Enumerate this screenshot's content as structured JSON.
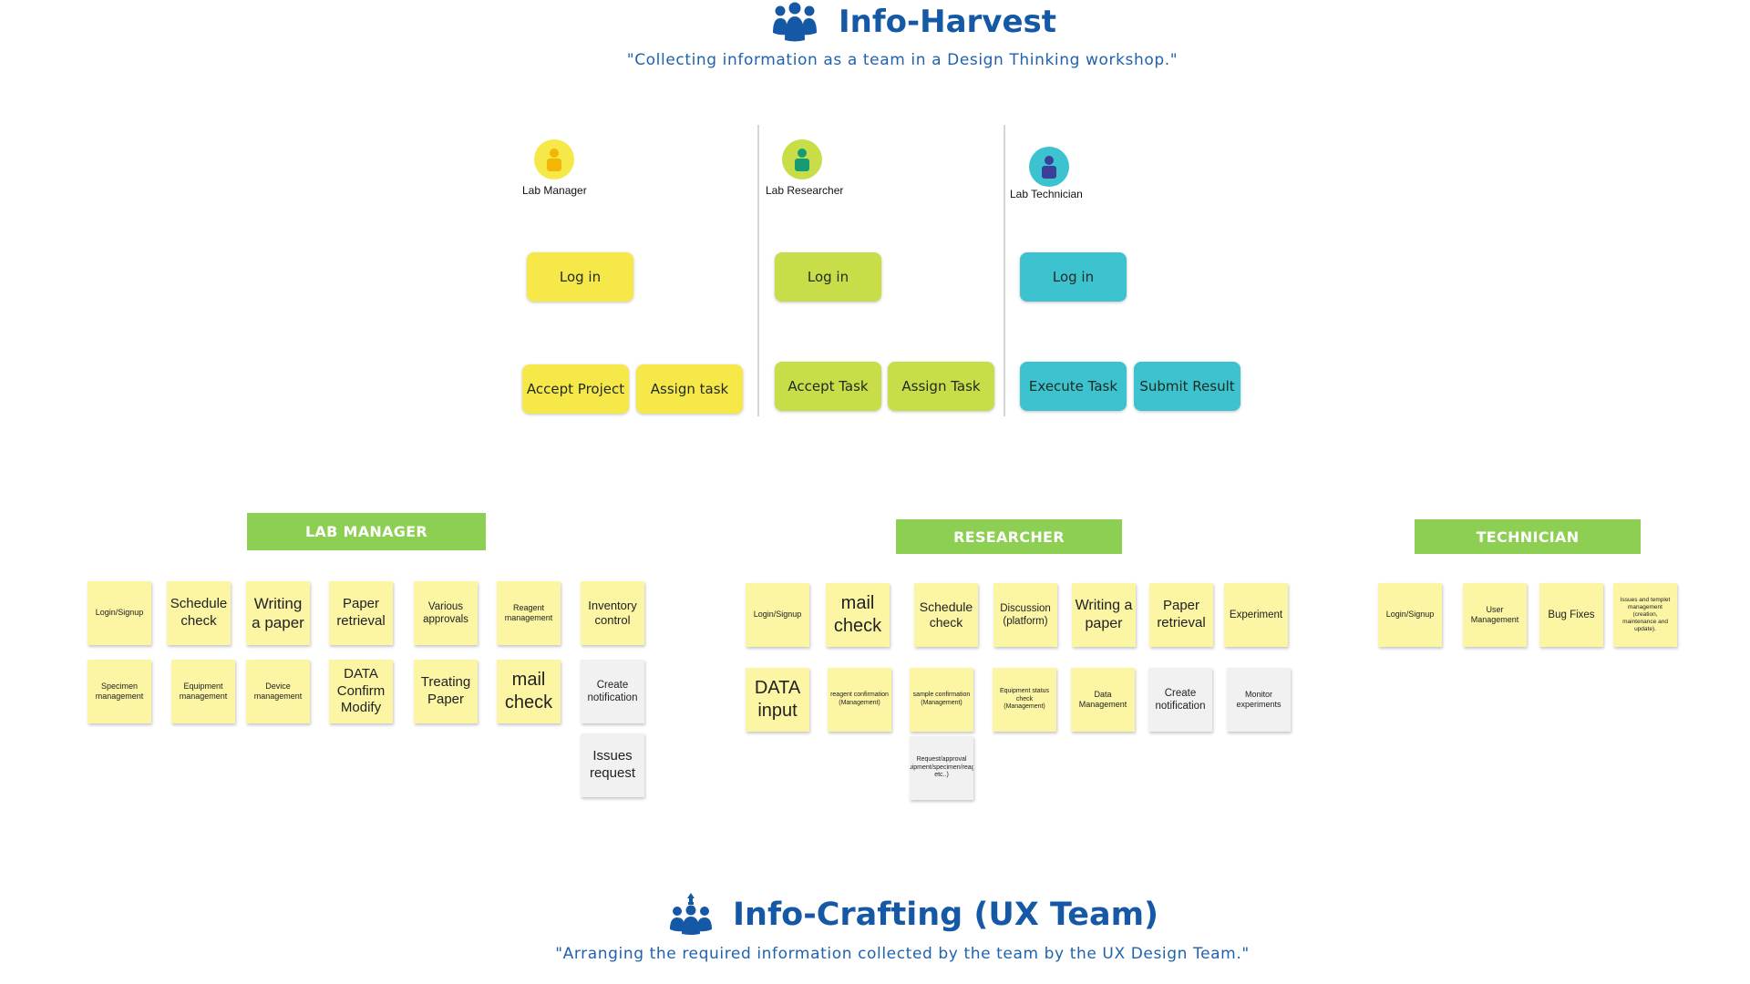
{
  "harvest": {
    "title": "Info-Harvest",
    "subtitle": "\"Collecting information as a team in a Design Thinking workshop.\""
  },
  "roles": [
    {
      "label": "Lab Manager",
      "color": "#f7e84a"
    },
    {
      "label": "Lab Researcher",
      "color": "#c8dd48"
    },
    {
      "label": "Lab Technician",
      "color": "#3cc3cf"
    }
  ],
  "flows": {
    "manager": {
      "login": "Log in",
      "action1": "Accept Project",
      "action2": "Assign task"
    },
    "researcher": {
      "login": "Log in",
      "action1": "Accept Task",
      "action2": "Assign Task"
    },
    "technician": {
      "login": "Log in",
      "action1": "Execute Task",
      "action2": "Submit Result"
    }
  },
  "colors": {
    "manager_pill": "#f7e84a",
    "researcher_pill": "#c8dd48",
    "technician_pill": "#3cc3cf",
    "category_header": "#8ccf52",
    "sticky_yellow": "#fbf5a4",
    "sticky_gray": "#f1f1f1",
    "title_blue": "#1558a6"
  },
  "categories": {
    "manager": "LAB MANAGER",
    "researcher": "RESEARCHER",
    "technician": "TECHNICIAN"
  },
  "notes": {
    "manager": [
      "Login/Signup",
      "Schedule check",
      "Writing a paper",
      "Paper retrieval",
      "Various approvals",
      "Reagent management",
      "Inventory control",
      "Specimen management",
      "Equipment management",
      "Device management",
      "DATA Confirm Modify",
      "Treating Paper",
      "mail check",
      "Create notification",
      "Issues request"
    ],
    "researcher": [
      "Login/Signup",
      "mail check",
      "Schedule check",
      "Discussion (platform)",
      "Writing a paper",
      "Paper retrieval",
      "Experiment",
      "DATA input",
      "reagent confirmation (Management)",
      "sample confirmation (Management)",
      "Equipment status check (Management)",
      "Data Management",
      "Create notification",
      "Monitor experiments",
      "Request/approval (equipment/specimen/reagent etc..)"
    ],
    "technician": [
      "Login/Signup",
      "User Management",
      "Bug Fixes",
      "Issues and templet management (creation, maintenance and update)."
    ]
  },
  "crafting": {
    "title": "Info-Crafting (UX  Team)",
    "subtitle": "\"Arranging the required information collected by the team by the UX Design Team.\""
  },
  "icons": {
    "harvest": "team-icon",
    "crafting": "design-team-icon",
    "avatar": "person-icon"
  }
}
